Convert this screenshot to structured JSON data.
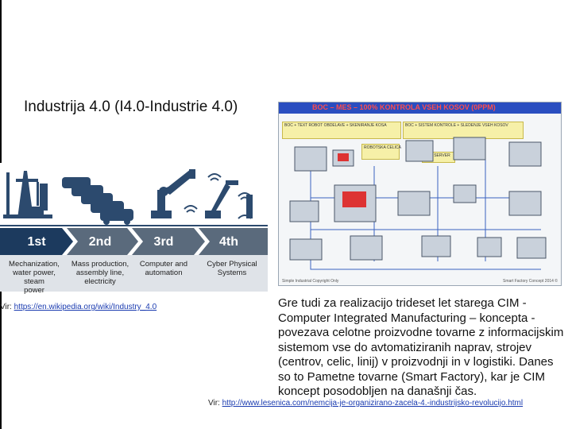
{
  "title": "Industrija 4.0 (I4.0-Industrie 4.0)",
  "evolution": {
    "stages": [
      {
        "label": "1st",
        "desc": [
          "Mechanization,",
          "water power, steam",
          "power"
        ]
      },
      {
        "label": "2nd",
        "desc": [
          "Mass production,",
          "assembly line,",
          "electricity"
        ]
      },
      {
        "label": "3rd",
        "desc": [
          "Computer and",
          "automation"
        ]
      },
      {
        "label": "4th",
        "desc": [
          "Cyber Physical",
          "Systems"
        ]
      }
    ],
    "colors": {
      "arrow_dark": "#1c3a5e",
      "arrow_gray": "#5a6a7c",
      "desc_band": "#dfe3e8"
    }
  },
  "cim_diagram": {
    "header": "BOC – MES – 100% KONTROLA VSEH KOSOV (0PPM)",
    "boxes": [
      "BOC + TEXT ROBOT OBDELAVE + SKENIRANJE KOSA",
      "BOC + SISTEM KONTROLE + SLEDENJE VSEH KOSOV",
      "ROBOTSKA CELICA",
      "MES SERVER"
    ],
    "footer_left": "Simple Industrial Copyright Only",
    "footer_right": "Smart Factory Concept 2014 ©"
  },
  "source1": {
    "prefix": "Vir: ",
    "link": "https://en.wikipedia.org/wiki/Industry_4.0"
  },
  "paragraph": "Gre tudi za realizacijo trideset let starega CIM - Computer Integrated Manufacturing – koncepta - povezava celotne proizvodne tovarne z informacijskim sistemom vse do avtomatiziranih naprav, strojev (centrov, celic, linij) v proizvodnji in v logistiki. Danes so to Pametne tovarne (Smart Factory), kar je CIM koncept posodobljen na današnji čas.",
  "source2": {
    "prefix": "Vir: ",
    "link": "http://www.lesenica.com/nemcija-je-organizirano-zacela-4.-industrijsko-revolucijo.html"
  }
}
